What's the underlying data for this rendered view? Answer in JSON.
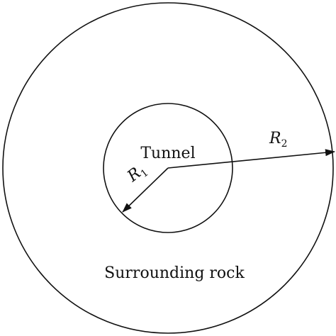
{
  "labels": {
    "tunnel": "Tunnel",
    "surrounding_rock": "Surrounding rock",
    "r1_main": "R",
    "r1_sub": "1",
    "r2_main": "R",
    "r2_sub": "2"
  },
  "colors": {
    "stroke": "#111111",
    "background": "#ffffff"
  }
}
